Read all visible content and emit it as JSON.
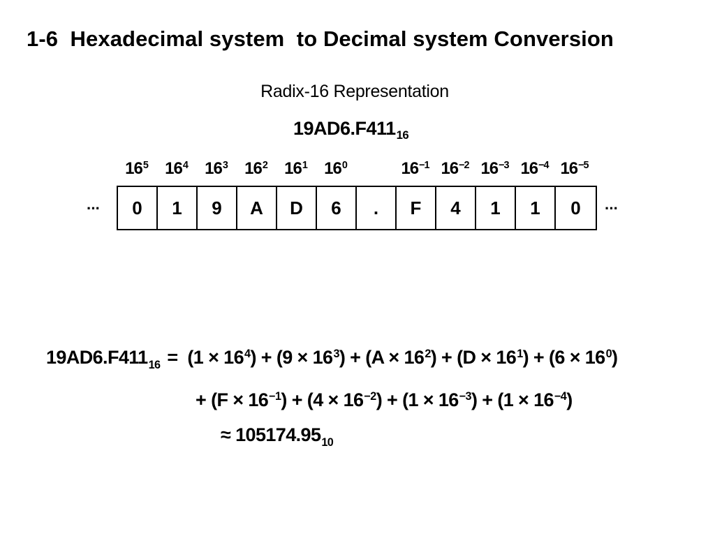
{
  "slide": {
    "title": "1-6  Hexadecimal system  to Decimal system Conversion"
  },
  "figure": {
    "caption": "Radix-16 Representation",
    "number": "19AD6.F411",
    "number_base": "16",
    "powers": [
      {
        "base": "16",
        "exp": "5"
      },
      {
        "base": "16",
        "exp": "4"
      },
      {
        "base": "16",
        "exp": "3"
      },
      {
        "base": "16",
        "exp": "2"
      },
      {
        "base": "16",
        "exp": "1"
      },
      {
        "base": "16",
        "exp": "0"
      },
      {
        "base": "16",
        "exp": "−1"
      },
      {
        "base": "16",
        "exp": "−2"
      },
      {
        "base": "16",
        "exp": "−3"
      },
      {
        "base": "16",
        "exp": "−4"
      },
      {
        "base": "16",
        "exp": "−5"
      }
    ],
    "digits": [
      "0",
      "1",
      "9",
      "A",
      "D",
      "6",
      ".",
      "F",
      "4",
      "1",
      "1",
      "0"
    ],
    "ellipsis_left": "···",
    "ellipsis_right": "···"
  },
  "equation": {
    "lhs": "19AD6.F411",
    "lhs_base": "16",
    "equals": "=",
    "line1_terms": [
      {
        "prefix": "(1 × 16",
        "exp": "4",
        "suffix": ")"
      },
      {
        "prefix": " + (9 × 16",
        "exp": "3",
        "suffix": ")"
      },
      {
        "prefix": " + (A × 16",
        "exp": "2",
        "suffix": ")"
      },
      {
        "prefix": " + (D × 16",
        "exp": "1",
        "suffix": ")"
      },
      {
        "prefix": " + (6 × 16",
        "exp": "0",
        "suffix": ")"
      }
    ],
    "line2_terms": [
      {
        "prefix": "+ (F × 16",
        "exp": "−1",
        "suffix": ")"
      },
      {
        "prefix": " + (4 × 16",
        "exp": "−2",
        "suffix": ")"
      },
      {
        "prefix": " + (1 × 16",
        "exp": "−3",
        "suffix": ")"
      },
      {
        "prefix": " + (1 × 16",
        "exp": "−4",
        "suffix": ")"
      }
    ],
    "approx_symbol": "≈",
    "result": "105174.95",
    "result_base": "10"
  }
}
